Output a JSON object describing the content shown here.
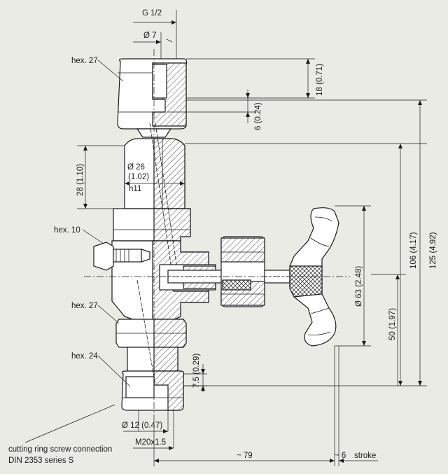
{
  "labels": {
    "g_half": "G 1/2",
    "dia7": "Ø 7",
    "hex27_top": "hex. 27",
    "dim18": "18 (0.71)",
    "dim6": "6 (0.24)",
    "dim28": "28 (1.10)",
    "dia26": "Ø 26",
    "dia26_in": "(1.02)",
    "h11": "h11",
    "hex10": "hex. 10",
    "dim106": "106 (4.17)",
    "dim125": "125 (4.92)",
    "dia63": "Ø 63 (2.48)",
    "hex27_mid": "hex. 27",
    "dim50": "50 (1.97)",
    "hex24": "hex. 24",
    "dim7_5": "7.5 (0.29)",
    "dia12": "Ø 12 (0.47)",
    "m20": "M20x1.5",
    "cutting_line1": "cutting ring screw connection",
    "cutting_line2": "DIN 2353 series S",
    "dim79": "~ 79",
    "dim_6": "~ 6",
    "stroke": "stroke"
  }
}
